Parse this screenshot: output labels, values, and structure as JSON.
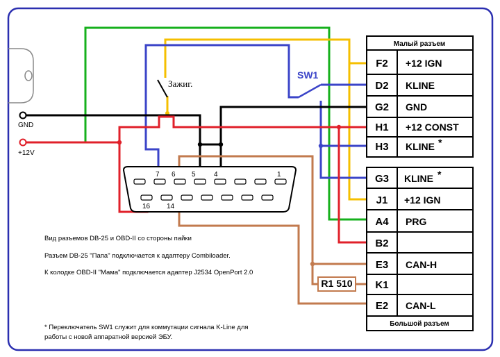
{
  "colors": {
    "frame": "#2b2fb0",
    "green": "#16b01c",
    "yellow": "#f5bf00",
    "blue": "#3b44c8",
    "black": "#000000",
    "red": "#e0202a",
    "brown": "#c27a4e"
  },
  "small_connector": {
    "title": "Малый разъем",
    "pins": [
      {
        "id": "F2",
        "label": "+12 IGN"
      },
      {
        "id": "D2",
        "label": "KLINE"
      },
      {
        "id": "G2",
        "label": "GND"
      },
      {
        "id": "H1",
        "label": "+12 CONST"
      },
      {
        "id": "H3",
        "label": "KLINE",
        "mark": "*"
      }
    ]
  },
  "large_connector": {
    "title": "Большой разъем",
    "pins": [
      {
        "id": "G3",
        "label": "KLINE",
        "mark": "*"
      },
      {
        "id": "J1",
        "label": "+12 IGN"
      },
      {
        "id": "A4",
        "label": "PRG"
      },
      {
        "id": "B2",
        "label": ""
      },
      {
        "id": "E3",
        "label": "CAN-H"
      },
      {
        "id": "K1",
        "label": ""
      },
      {
        "id": "E2",
        "label": "CAN-L"
      }
    ]
  },
  "terminals": {
    "gnd": "GND",
    "plus12": "+12V"
  },
  "switch_label": "SW1",
  "ignition_label": "Зажиг.",
  "resistor_label": "R1 510",
  "obd_pin_numbers": {
    "top": [
      "7",
      "6",
      "5",
      "4",
      "1"
    ],
    "bottom": [
      "16",
      "14"
    ]
  },
  "notes": [
    "Вид разъемов DB-25 и OBD-II со стороны пайки",
    "Разъем DB-25 \"Папа\" подключается к адаптеру Combiloader.",
    "К колодке OBD-II \"Мама\" подключается адаптер J2534 OpenPort 2.0"
  ],
  "footnote": [
    "* Переключатель SW1 служит для коммутации сигнала K-Line для",
    "работы с новой аппаратной версией ЭБУ."
  ]
}
